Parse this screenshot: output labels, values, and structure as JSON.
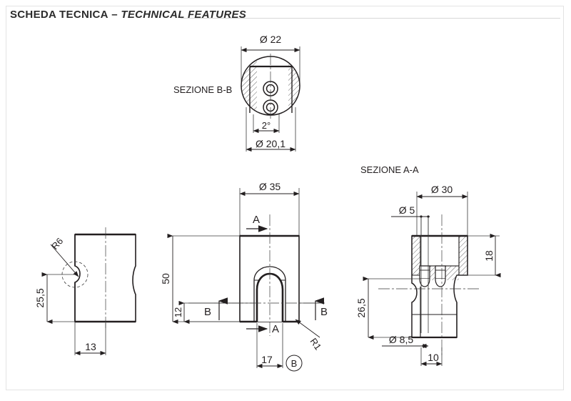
{
  "header": {
    "title_it": "SCHEDA TECNICA",
    "separator": "–",
    "title_en": "TECHNICAL FEATURES"
  },
  "views": {
    "section_bb": {
      "label": "SEZIONE B-B",
      "dims": {
        "outer_dia": "Ø 22",
        "angle": "2°",
        "inner_dia": "Ø 20,1"
      }
    },
    "side_view": {
      "dims": {
        "radius": "R6",
        "height": "25,5",
        "width": "13"
      }
    },
    "front_view": {
      "dims": {
        "outer_dia": "Ø 35",
        "height": "50",
        "slot_height": "12",
        "slot_width": "17",
        "fillet": "R1"
      },
      "markers": {
        "section_a_left": "A",
        "section_a_right": "A",
        "section_b_left": "B",
        "section_b_right": "B",
        "detail_balloon": "B"
      }
    },
    "section_aa": {
      "label": "SEZIONE A-A",
      "dims": {
        "outer_dia": "Ø 30",
        "bore_dia": "Ø 5",
        "depth": "18",
        "height": "26,5",
        "lower_dia": "Ø 8,5",
        "spacing": "10"
      }
    }
  },
  "colors": {
    "line": "#231f20",
    "thin": "#3a3a3a",
    "hatch": "#555555",
    "frame": "#e3e3e3",
    "header_italic": "#6f6f6f"
  }
}
